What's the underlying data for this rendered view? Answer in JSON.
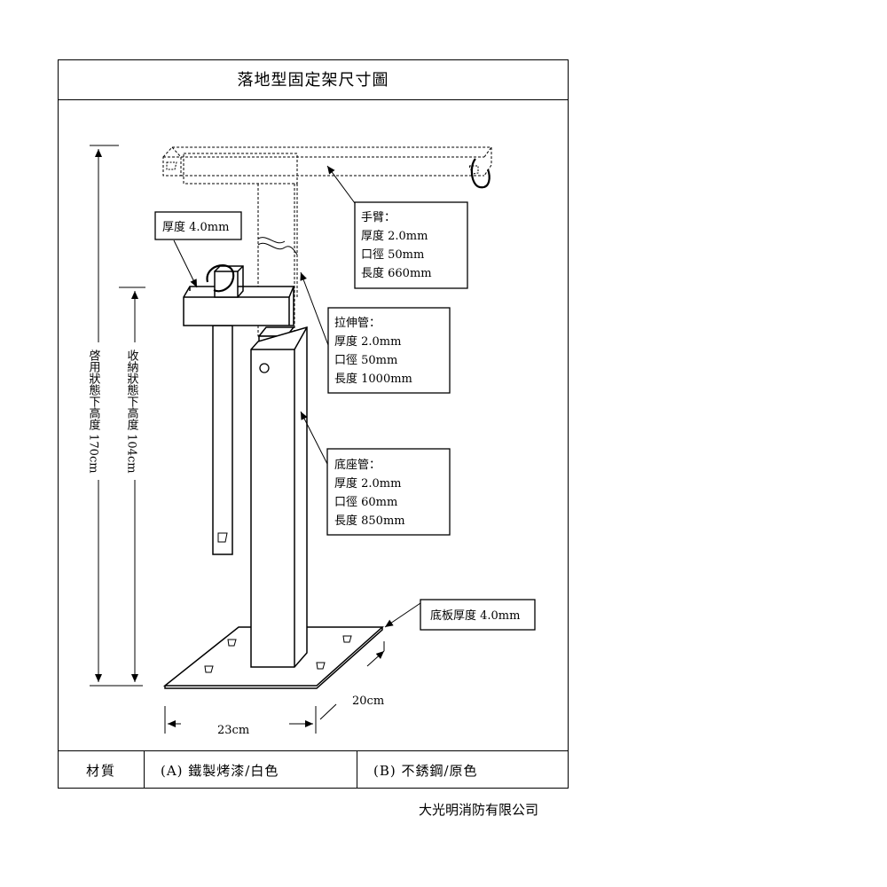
{
  "title": "落地型固定架尺寸圖",
  "labels": {
    "thickness_bracket": "厚度 4.0mm",
    "arm": [
      "手臂：",
      "厚度 2.0mm",
      "口徑 50mm",
      "長度 660mm"
    ],
    "extension_tube": [
      "拉伸管：",
      "厚度 2.0mm",
      "口徑 50mm",
      "長度 1000mm"
    ],
    "base_tube": [
      "底座管：",
      "厚度 2.0mm",
      "口徑 60mm",
      "長度 850mm"
    ],
    "base_plate": "底板厚度 4.0mm",
    "height_extended": "啓用狀態下高度 170cm",
    "height_stored": "收納狀態下高度 104cm",
    "width_23": "23cm",
    "depth_20": "20cm"
  },
  "material": {
    "label": "材質",
    "option_a": "(A) 鐵製烤漆/白色",
    "option_b": "(B) 不銹鋼/原色"
  },
  "company": "大光明消防有限公司"
}
